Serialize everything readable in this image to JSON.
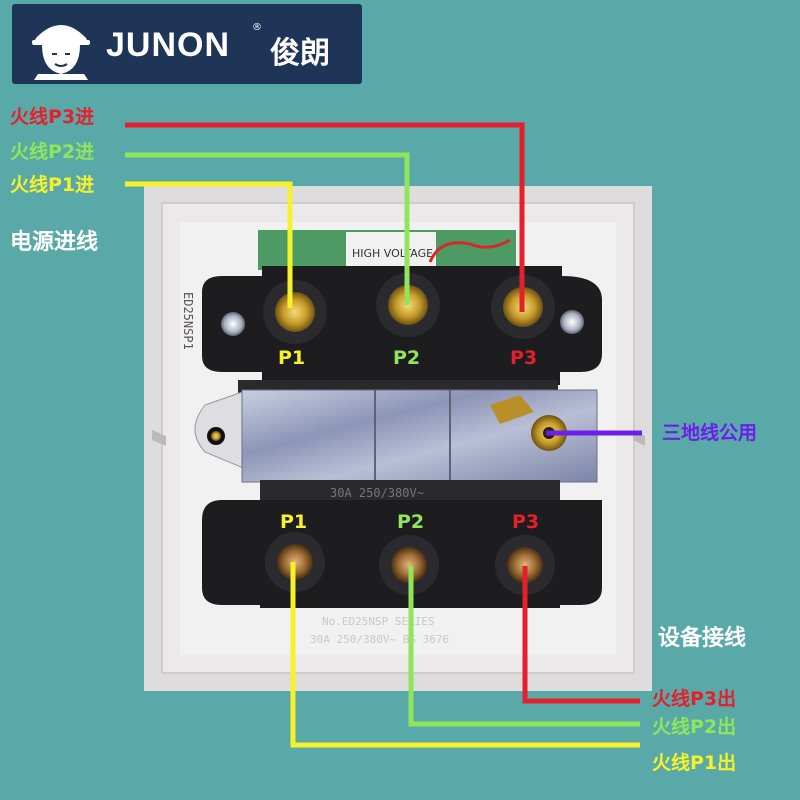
{
  "brand": {
    "name": "JUNON",
    "chinese": "俊朗",
    "registered": "®"
  },
  "left": {
    "input_heading": "电源进线",
    "in_p3": "火线P3进",
    "in_p2": "火线P2进",
    "in_p1": "火线P1进"
  },
  "right": {
    "ground_label": "三地线公用",
    "output_heading": "设备接线",
    "out_p3": "火线P3出",
    "out_p2": "火线P2出",
    "out_p1": "火线P1出"
  },
  "terminals": {
    "top": [
      "P1",
      "P2",
      "P3"
    ],
    "bottom": [
      "P1",
      "P2",
      "P3"
    ]
  },
  "device_text": {
    "high_voltage": "HIGH VOLTAGE",
    "model_side": "ED25NSP1",
    "rating_center": "30A 250/380V~",
    "series": "No.ED25NSP SERIES",
    "rating_bottom": "30A 250/380V~ BS 3676"
  },
  "colors": {
    "background": "#5aa9a9",
    "p1": "#f6f12a",
    "p2": "#8fe55b",
    "p3": "#e3202c",
    "ground_wire": "#6d1eea",
    "logo_bg": "#1f3557"
  }
}
